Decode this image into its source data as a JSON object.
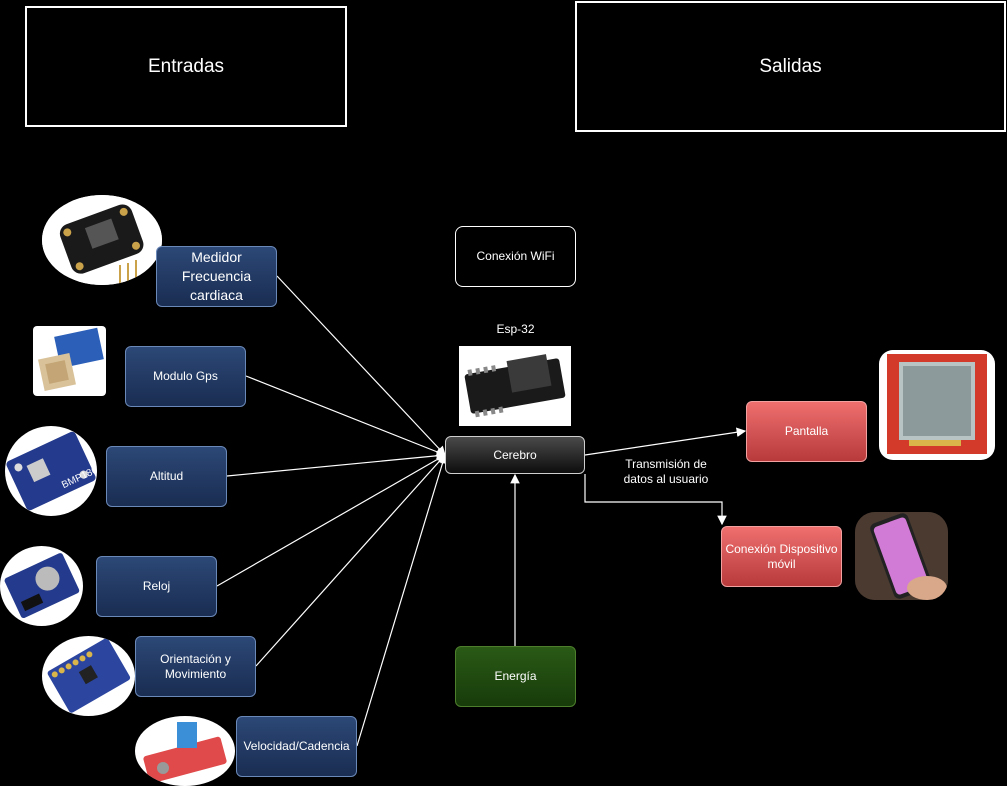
{
  "headers": {
    "inputs": "Entradas",
    "outputs": "Salidas"
  },
  "inputs": [
    {
      "label": "Medidor\nFrecuencia\ncardiaca"
    },
    {
      "label": "Modulo Gps"
    },
    {
      "label": "Altitud"
    },
    {
      "label": "Reloj"
    },
    {
      "label": "Orientación y\nMovimiento"
    },
    {
      "label": "Velocidad/Cadencia"
    }
  ],
  "center": {
    "wifi": "Conexión WiFi",
    "board_label": "Esp-32",
    "brain": "Cerebro",
    "energy": "Energía"
  },
  "outputs": {
    "transmission": "Transmisión de\ndatos al usuario",
    "screen": "Pantalla",
    "mobile": "Conexión Dispositivo\nmóvil"
  },
  "module_markings": {
    "altitude_chip": "BMP180"
  }
}
